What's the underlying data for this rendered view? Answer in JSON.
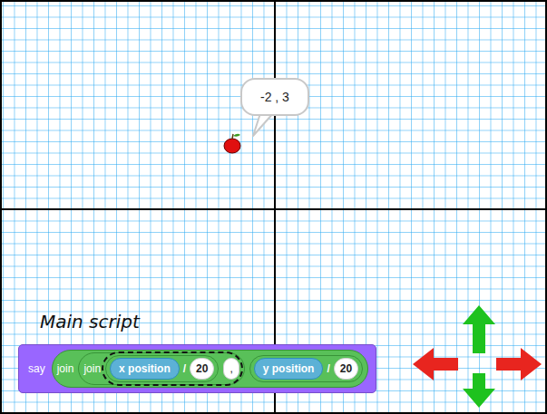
{
  "diagram": {
    "nodes": [
      {
        "text": [
          "-2 , 3"
        ]
      },
      {
        "text": [
          "say"
        ]
      },
      {
        "text": [
          "join"
        ],
        "in": 1
      },
      {
        "text": [
          "join"
        ],
        "in": 2
      },
      {
        "text": [
          "/"
        ],
        "in": 3
      },
      {
        "text": [
          "x position"
        ],
        "in": 4
      },
      {
        "text": [
          "20"
        ],
        "in": 4
      },
      {
        "text": [
          ","
        ],
        "in": 3
      },
      {
        "text": [
          "/"
        ],
        "in": 2
      },
      {
        "text": [
          "y position"
        ],
        "in": 8
      },
      {
        "text": [
          "20"
        ],
        "in": 8
      }
    ],
    "labels": [
      "Main script"
    ]
  }
}
